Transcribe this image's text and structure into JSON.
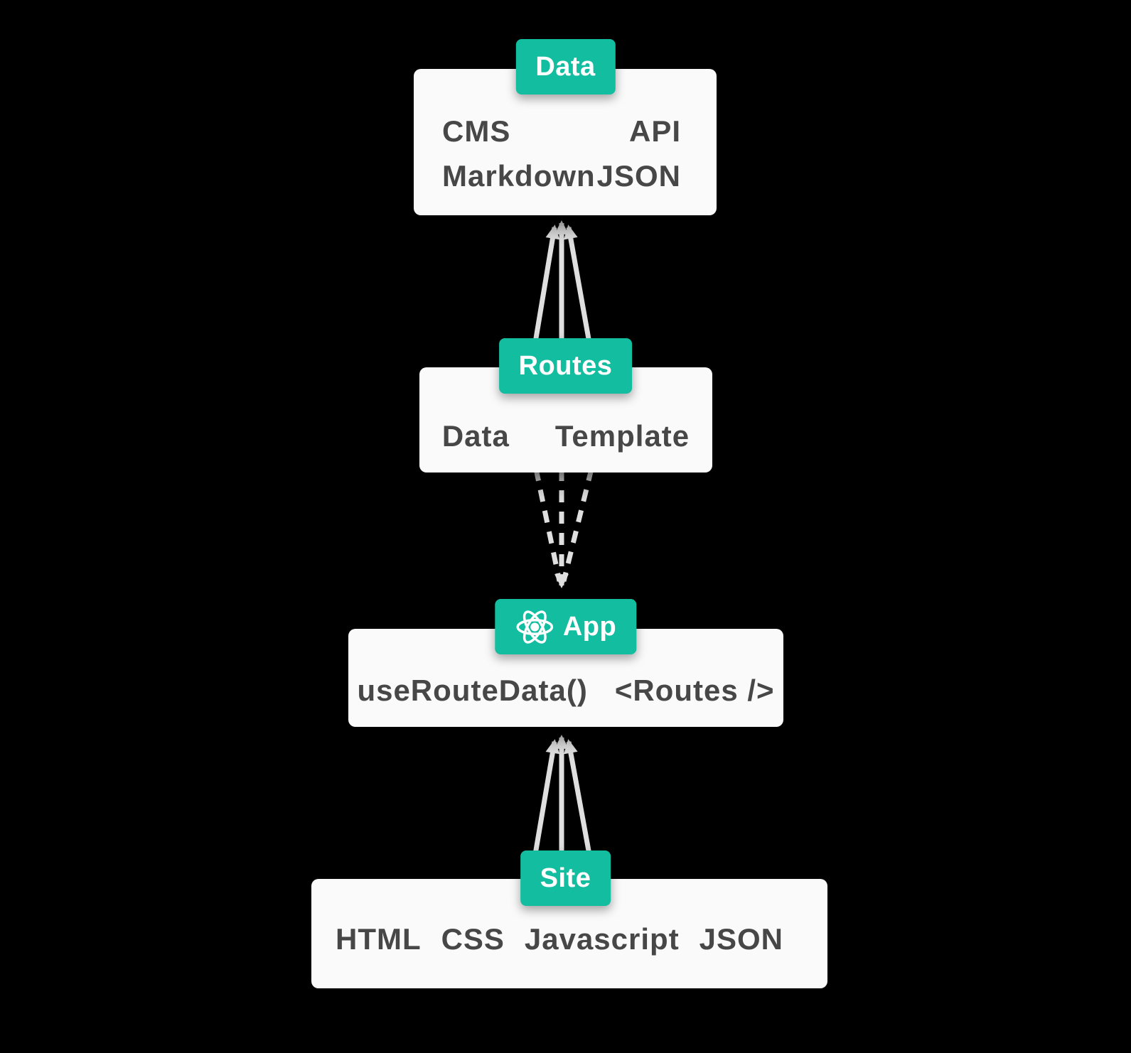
{
  "theme": {
    "background": "#000000",
    "accent": "#13bda0",
    "card_bg": "#fafafa",
    "text": "#474747",
    "connector": "#dfdfdf",
    "label_text": "#ffffff"
  },
  "nodes": {
    "data": {
      "label": "Data",
      "items": [
        "CMS",
        "API",
        "Markdown",
        "JSON"
      ]
    },
    "routes": {
      "label": "Routes",
      "items": [
        "Data",
        "Template"
      ]
    },
    "app": {
      "label": "App",
      "icon": "react-atom-icon",
      "items": [
        "useRouteData()",
        "<Routes />"
      ]
    },
    "site": {
      "label": "Site",
      "items": [
        "HTML",
        "CSS",
        "Javascript",
        "JSON"
      ]
    }
  },
  "connectors": [
    {
      "from": "routes",
      "to": "data",
      "style": "solid",
      "arrowheads": "up-into-data"
    },
    {
      "from": "routes",
      "to": "app",
      "style": "dashed",
      "arrowheads": "down-into-app"
    },
    {
      "from": "site",
      "to": "app",
      "style": "solid",
      "arrowheads": "up-into-app"
    }
  ]
}
